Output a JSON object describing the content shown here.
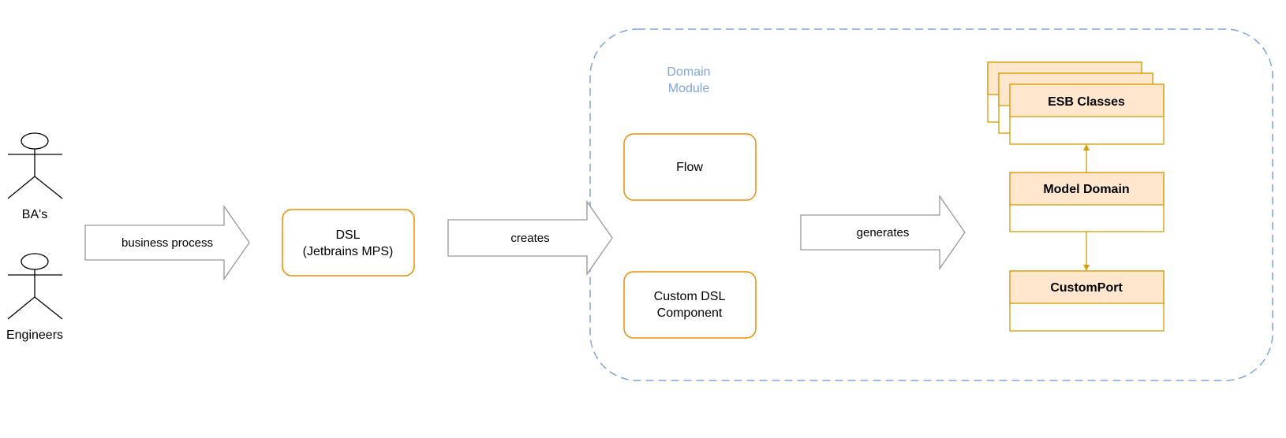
{
  "colors": {
    "accent_orange": "#f08c00",
    "class_stroke": "#d79b00",
    "class_fill": "#ffe6cc",
    "module_dash": "#7ea6e0",
    "arrow_stroke": "#999999",
    "stick_figure": "#000000",
    "text": "#000000"
  },
  "actors": [
    {
      "name": "ba-actor",
      "label": "BA's"
    },
    {
      "name": "engineers-actor",
      "label": "Engineers"
    }
  ],
  "arrows": {
    "business_process": "business process",
    "creates": "creates",
    "generates": "generates"
  },
  "dsl": {
    "line1": "DSL",
    "line2": "(Jetbrains MPS)"
  },
  "module": {
    "title_line1": "Domain",
    "title_line2": "Module",
    "flow": "Flow",
    "custom_line1": "Custom DSL",
    "custom_line2": "Component"
  },
  "classes": {
    "esb": "ESB Classes",
    "model": "Model Domain",
    "port": "CustomPort"
  }
}
